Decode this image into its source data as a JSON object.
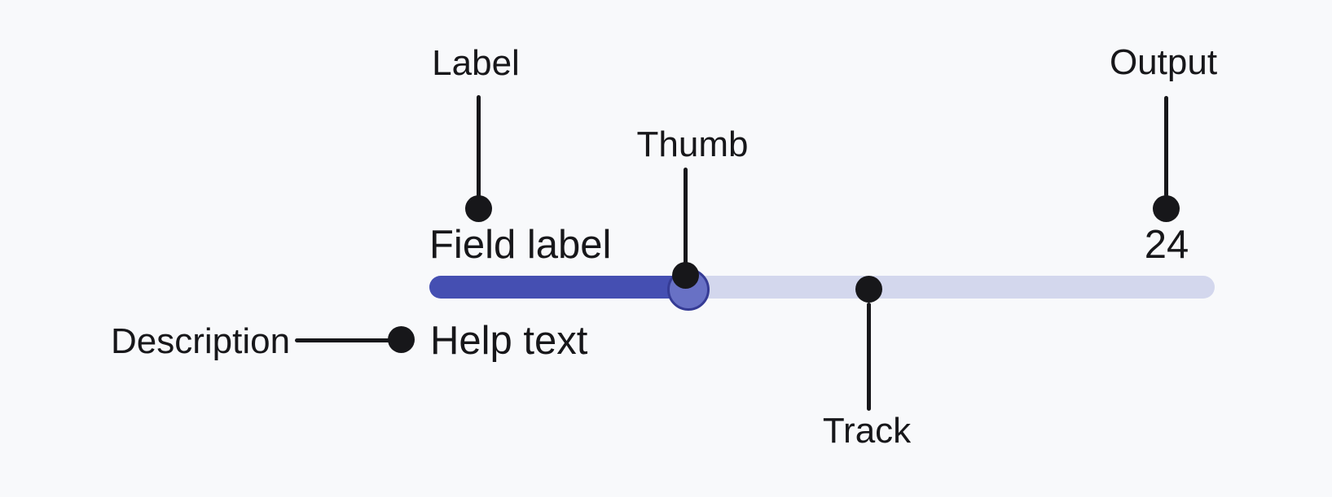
{
  "annotations": {
    "label": "Label",
    "thumb": "Thumb",
    "output": "Output",
    "track": "Track",
    "description": "Description"
  },
  "slider": {
    "field_label": "Field label",
    "help_text": "Help text",
    "output_value": "24",
    "value_percent": 33
  },
  "colors": {
    "background": "#f8f9fb",
    "ink": "#17171a",
    "track_fill": "#454fb2",
    "track_rest": "#d3d7ed",
    "thumb_fill": "#6871c5",
    "thumb_border": "#353b95"
  }
}
